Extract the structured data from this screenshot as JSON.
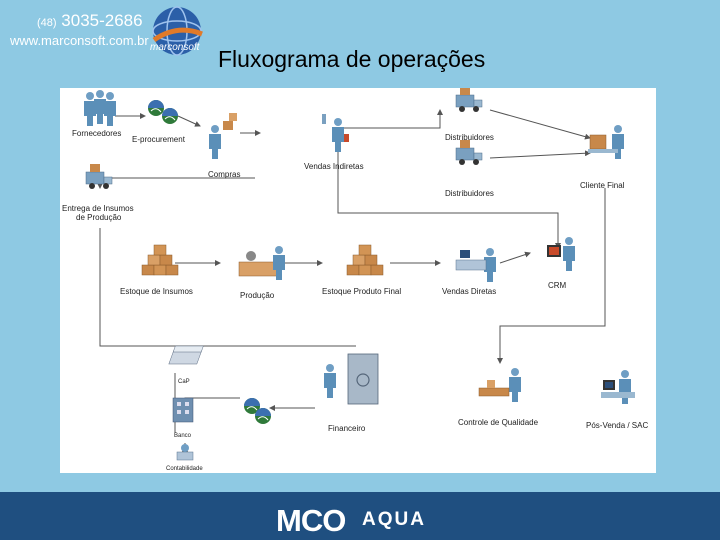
{
  "header": {
    "phone_prefix": "(48)",
    "phone_number": "3035-2686",
    "website": "www.marconsoft.com.br",
    "brand_mark": "marconsoft"
  },
  "title": "Fluxograma de operações",
  "diagram": {
    "nodes": {
      "fornecedores": "Fornecedores",
      "e_procurement": "E-procurement",
      "compras": "Compras",
      "vendas_indiretas": "Vendas Indiretas",
      "distribuidores_1": "Distribuidores",
      "distribuidores_2": "Distribuidores",
      "cliente_final": "Cliente Final",
      "entrega_insumos_1": "Entrega de Insumos",
      "entrega_insumos_2": "de Produção",
      "estoque_insumos": "Estoque de Insumos",
      "producao": "Produção",
      "estoque_produto_final": "Estoque Produto Final",
      "vendas_diretas": "Vendas Diretas",
      "crm": "CRM",
      "cap": "CaP",
      "banco": "Banco",
      "contabilidade": "Contabilidade",
      "financeiro": "Financeiro",
      "controle_qualidade": "Controle de Qualidade",
      "pos_venda": "Pós-Venda / SAC"
    }
  },
  "footer": {
    "logo": "MCO",
    "suffix": "AQUA"
  },
  "colors": {
    "background": "#8ec9e3",
    "footer": "#1f4f80",
    "person": "#5b8fb8",
    "box": "#c8884a"
  }
}
